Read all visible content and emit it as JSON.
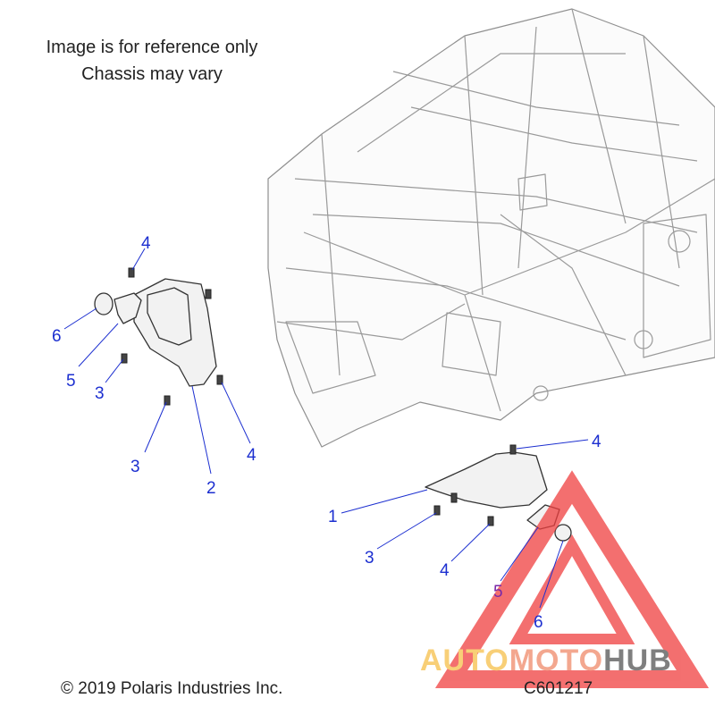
{
  "notes": {
    "line1": "Image is for reference only",
    "line2": "Chassis may vary"
  },
  "footer": {
    "copyright": "© 2019 Polaris Industries Inc.",
    "drawing_number": "C601217"
  },
  "callouts": {
    "left_4_top": "4",
    "left_6": "6",
    "left_5": "5",
    "left_3_upper": "3",
    "left_3_lower": "3",
    "left_2": "2",
    "left_4_lower": "4",
    "right_4_top": "4",
    "right_1": "1",
    "right_3": "3",
    "right_4_lower": "4",
    "right_5": "5",
    "right_6": "6"
  },
  "watermark": {
    "part1": "AUTO",
    "part2": "MOTO",
    "part3": "HUB",
    "color_light": "#f6c04a",
    "color_mid": "#f08a6a",
    "color_dark": "#555555",
    "triangle_color": "#f04040"
  }
}
